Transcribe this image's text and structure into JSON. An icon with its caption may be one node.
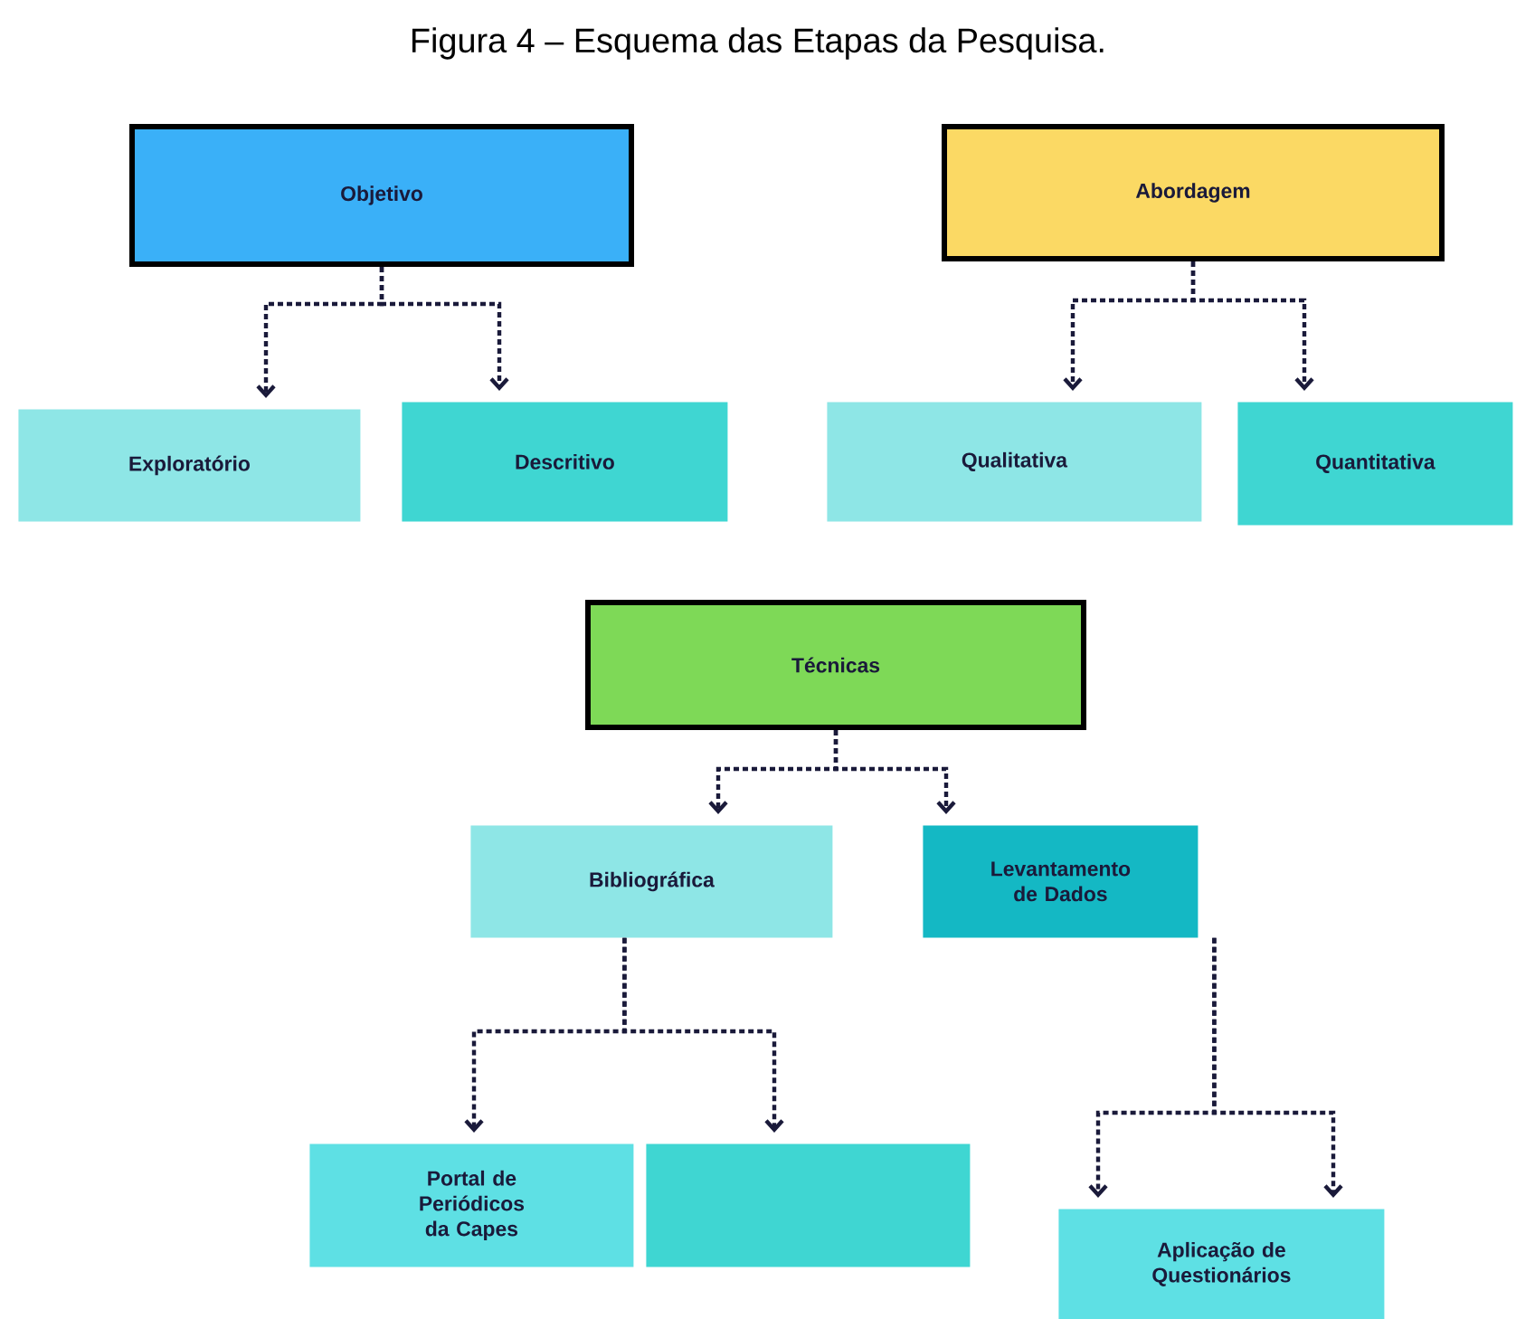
{
  "diagram": {
    "title": "Figura 4 – Esquema das Etapas da Pesquisa.",
    "nodes": [
      {
        "text": [
          "Objetivo"
        ]
      },
      {
        "text": [
          "Exploratório"
        ]
      },
      {
        "text": [
          "Descritivo"
        ]
      },
      {
        "text": [
          "Abordagem"
        ]
      },
      {
        "text": [
          "Qualitativa"
        ]
      },
      {
        "text": [
          "Quantitativa"
        ]
      },
      {
        "text": [
          "Técnicas"
        ]
      },
      {
        "text": [
          "Bibliográfica"
        ]
      },
      {
        "text": [
          "Levantamento de Dados"
        ]
      },
      {
        "text": [
          "Portal de Periódicos da Capes"
        ]
      },
      {
        "text": [],
        "shape": "box"
      },
      {
        "text": [
          "Aplicação de Questionários"
        ]
      }
    ],
    "edges": [
      {
        "from": 0,
        "to": 1,
        "arrow": "to",
        "style": "dashed"
      },
      {
        "from": 0,
        "to": 2,
        "arrow": "to",
        "style": "dashed"
      },
      {
        "from": 3,
        "to": 4,
        "arrow": "to",
        "style": "dashed"
      },
      {
        "from": 3,
        "to": 5,
        "arrow": "to",
        "style": "dashed"
      },
      {
        "from": 6,
        "to": 7,
        "arrow": "to",
        "style": "dashed"
      },
      {
        "from": 6,
        "to": 8,
        "arrow": "to",
        "style": "dashed"
      },
      {
        "from": 7,
        "to": 9,
        "arrow": "to",
        "style": "dashed"
      },
      {
        "from": 7,
        "to": 10,
        "arrow": "to",
        "style": "dashed"
      },
      {
        "from": 8,
        "to": 11,
        "arrow": "to",
        "style": "dashed"
      },
      {
        "from": 8,
        "to": 11,
        "arrow": "to",
        "style": "dashed"
      }
    ]
  }
}
